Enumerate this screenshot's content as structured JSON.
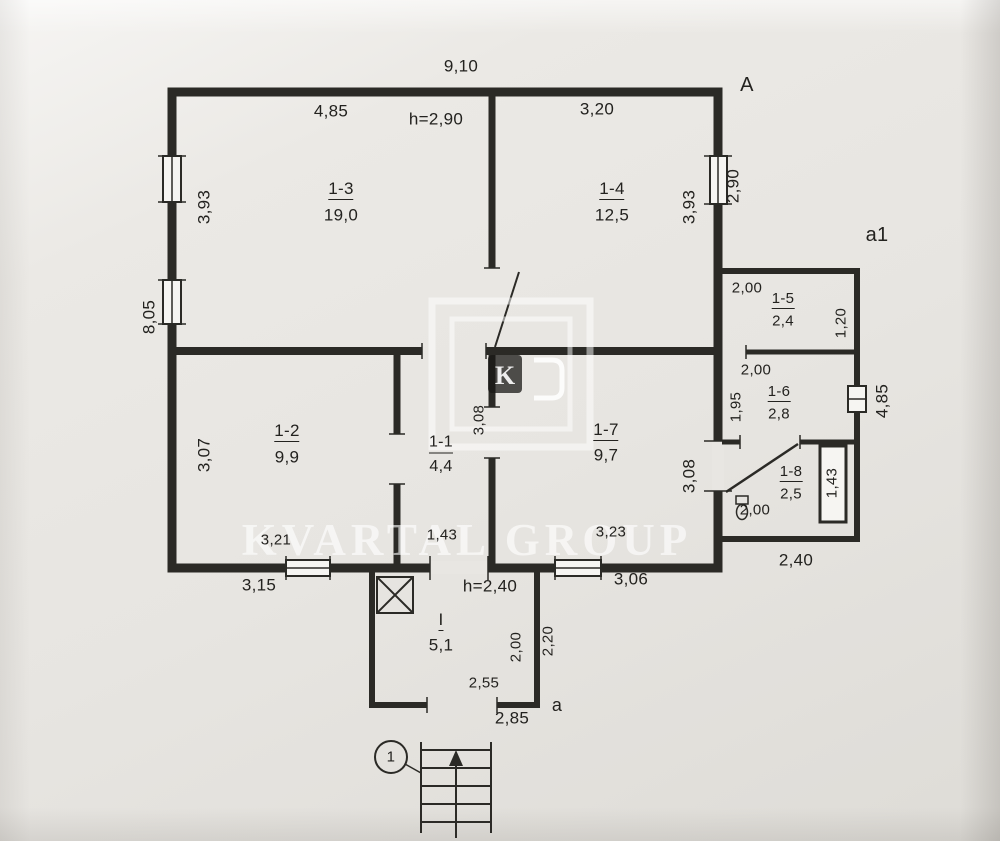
{
  "watermark": {
    "text": "KVARTAL GROUP",
    "logo_letter": "K"
  },
  "markers": {
    "section_a": "A",
    "section_a1": "a1",
    "section_a_lower": "a",
    "entry_number": "1"
  },
  "notes": {
    "main_height": "h=2,90",
    "porch_height": "h=2,40"
  },
  "rooms": [
    {
      "id": "1-3",
      "area": "19,0"
    },
    {
      "id": "1-4",
      "area": "12,5"
    },
    {
      "id": "1-2",
      "area": "9,9"
    },
    {
      "id": "1-1",
      "area": "4,4"
    },
    {
      "id": "1-7",
      "area": "9,7"
    },
    {
      "id": "1-5",
      "area": "2,4"
    },
    {
      "id": "1-6",
      "area": "2,8"
    },
    {
      "id": "1-8",
      "area": "2,5"
    },
    {
      "id": "I",
      "area": "5,1"
    }
  ],
  "dimensions": {
    "top_overall": "9,10",
    "room13_width": "4,85",
    "room14_width": "3,20",
    "room13_left_height": "3,93",
    "room14_right_height": "3,93",
    "right_upper_segment": "2,90",
    "left_overall": "8,05",
    "room12_left_height": "3,07",
    "room11_inner_height": "3,08",
    "room17_right_height": "3,08",
    "room12_inner_width": "3,21",
    "room11_inner_width": "1,43",
    "room17_inner_width": "3,23",
    "room12_outer_width": "3,15",
    "room17_outer_width": "3,06",
    "annex15_width": "2,00",
    "annex15_depth": "1,20",
    "annex16_width": "2,00",
    "annex16_depth": "1,95",
    "annex_right_height": "4,85",
    "annex18_door_height": "1,43",
    "annex18_width": "2,00",
    "annex_bottom_width": "2,40",
    "porch_inner_depth": "2,00",
    "porch_outer_depth": "2,20",
    "porch_inner_width": "2,55",
    "porch_outer_width": "2,85"
  }
}
